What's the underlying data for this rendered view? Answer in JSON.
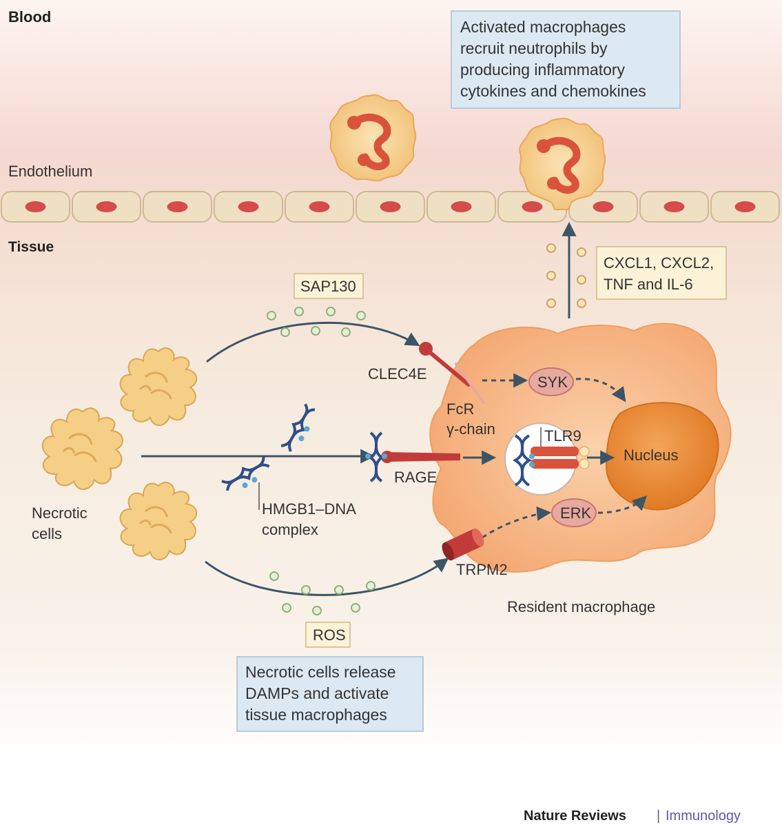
{
  "regions": {
    "blood": "Blood",
    "endothelium": "Endothelium",
    "tissue": "Tissue"
  },
  "top_box": {
    "lines": [
      "Activated macrophages",
      "recruit neutrophils by",
      "producing inflammatory",
      "cytokines and chemokines"
    ]
  },
  "cytokines_box": {
    "lines": [
      "CXCL1, CXCL2,",
      "TNF and IL-6"
    ]
  },
  "bottom_box": {
    "lines": [
      "Necrotic cells release",
      "DAMPs and activate",
      "tissue macrophages"
    ]
  },
  "labels": {
    "sap130": "SAP130",
    "clec4e": "CLEC4E",
    "fcr_1": "FcR",
    "fcr_2": "γ-chain",
    "syk": "SYK",
    "tlr9": "TLR9",
    "nucleus": "Nucleus",
    "rage": "RAGE",
    "hmgb1_1": "HMGB1–DNA",
    "hmgb1_2": "complex",
    "necrotic_1": "Necrotic",
    "necrotic_2": "cells",
    "erk": "ERK",
    "trpm2": "TRPM2",
    "ros": "ROS",
    "macrophage": "Resident macrophage"
  },
  "footer": {
    "journal": "Nature Reviews",
    "separator": "|",
    "section": "Immunology"
  },
  "colors": {
    "blood_top": "#f7dcd6",
    "tissue": "#f6eadc",
    "endothelial_cell": "#efe0c4",
    "endothelial_nucleus": "#d64b4b",
    "macrophage": "#f6b88a",
    "nucleus": "#eb8a3a",
    "arrow": "#3c5566",
    "info_box": "#dce8f2",
    "label_box": "#fcf2d8",
    "dna": "#2f4f8a",
    "receptor": "#c23b3b",
    "necrotic": "#f5cf86",
    "vesicle": "#9fbf8f"
  }
}
